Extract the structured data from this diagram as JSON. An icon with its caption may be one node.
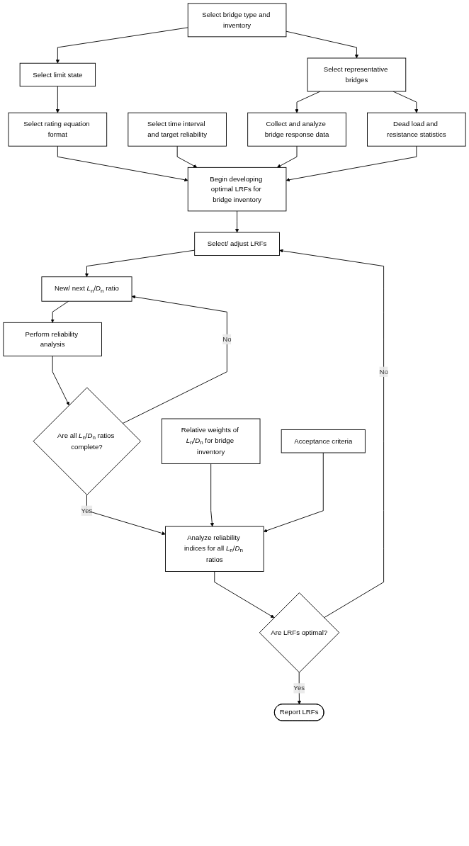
{
  "diagram": {
    "nodes": [
      {
        "text": [
          "Select bridge type and inventory"
        ]
      },
      {
        "text": [
          "Select limit state"
        ]
      },
      {
        "text": [
          "Select representative bridges"
        ]
      },
      {
        "text": [
          "Select rating equation format"
        ]
      },
      {
        "text": [
          "Collect and analyze bridge response data"
        ]
      },
      {
        "text": [
          "Select time interval and target reliability"
        ]
      },
      {
        "text": [
          "Begin developing optimal LRFs for bridge inventory"
        ]
      },
      {
        "text": [
          "Dead load and resistance statistics"
        ]
      },
      {
        "text": [
          "Select/ adjust LRFs"
        ]
      },
      {
        "text": [
          "New/ next *L*$_{n}$/*D*$_{n}$ ratio"
        ]
      },
      {
        "text": [
          "Perform reliability analysis"
        ]
      },
      {
        "text": [
          "Are all *L*$_{n}$/*D*$_{n}$ ratios complete?"
        ]
      },
      {
        "text": [
          "Relative weights of *L*$_{n}$/*D*$_{n}$ for bridge inventory"
        ]
      },
      {
        "text": [
          "Analyze reliability indices for all *L*$_{n}$/*D*$_{n}$ ratios"
        ]
      },
      {
        "text": [
          "Acceptance criteria"
        ]
      },
      {
        "text": [
          "Are LRFs optimal?"
        ]
      },
      {
        "text": [
          "Report LRFs"
        ]
      }
    ],
    "edges": [
      {
        "from": 0,
        "to": 1,
        "arrow": "to"
      },
      {
        "from": 0,
        "to": 2,
        "arrow": "to"
      },
      {
        "from": 1,
        "to": 3,
        "arrow": "to"
      },
      {
        "from": 2,
        "to": 4,
        "arrow": "to"
      },
      {
        "from": 2,
        "to": 7,
        "arrow": "to"
      },
      {
        "from": 3,
        "to": 6,
        "arrow": "to"
      },
      {
        "from": 5,
        "to": 6,
        "arrow": "to"
      },
      {
        "from": 4,
        "to": 6,
        "arrow": "to"
      },
      {
        "from": 7,
        "to": 6,
        "arrow": "to"
      },
      {
        "from": 6,
        "to": 8,
        "arrow": "to"
      },
      {
        "from": 8,
        "to": 9,
        "arrow": "to"
      },
      {
        "from": 9,
        "to": 10,
        "arrow": "to"
      },
      {
        "from": 10,
        "to": 11,
        "arrow": "to"
      },
      {
        "from": 11,
        "to": 9,
        "label": "No",
        "arrow": "to"
      },
      {
        "from": 11,
        "to": 13,
        "label": "Yes",
        "arrow": "to"
      },
      {
        "from": 12,
        "to": 13,
        "arrow": "to"
      },
      {
        "from": 14,
        "to": 13,
        "arrow": "to"
      },
      {
        "from": 13,
        "to": 15,
        "arrow": "to"
      },
      {
        "from": 15,
        "to": 8,
        "label": "No",
        "arrow": "to"
      },
      {
        "from": 15,
        "to": 16,
        "label": "Yes",
        "arrow": "to"
      }
    ]
  }
}
